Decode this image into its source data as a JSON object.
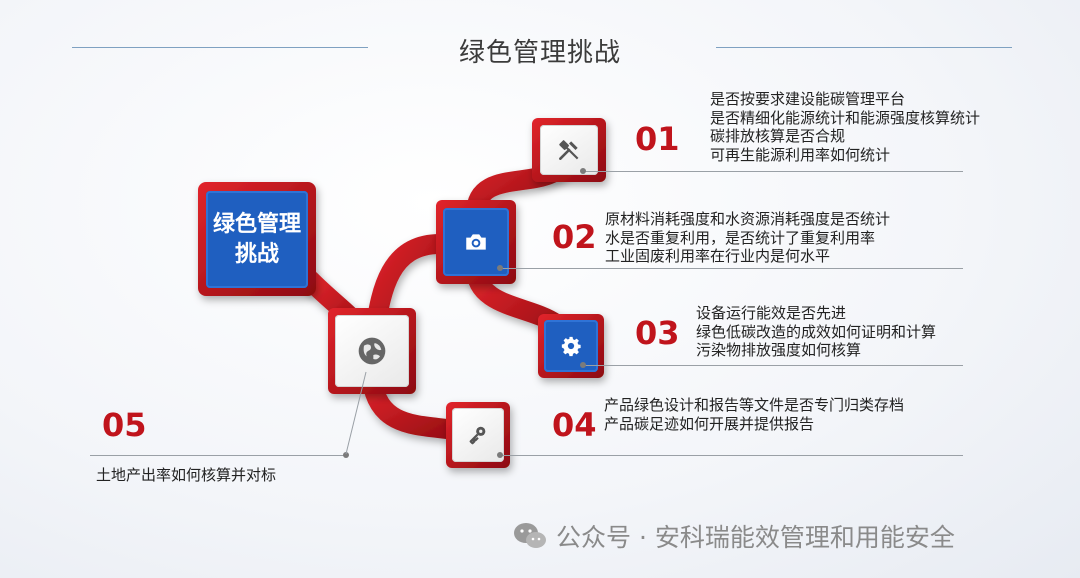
{
  "title": "绿色管理挑战",
  "center_label_line1": "绿色管理",
  "center_label_line2": "挑战",
  "items": [
    {
      "num": "01",
      "icon": "tools-icon",
      "lines": [
        "是否按要求建设能碳管理平台",
        "是否精细化能源统计和能源强度核算统计",
        "碳排放核算是否合规",
        "可再生能源利用率如何统计"
      ]
    },
    {
      "num": "02",
      "icon": "camera-icon",
      "lines": [
        "原材料消耗强度和水资源消耗强度是否统计",
        "水是否重复利用，是否统计了重复利用率",
        "工业固废利用率在行业内是何水平"
      ]
    },
    {
      "num": "03",
      "icon": "gear-icon",
      "lines": [
        "设备运行能效是否先进",
        "绿色低碳改造的成效如何证明和计算",
        "污染物排放强度如何核算"
      ]
    },
    {
      "num": "04",
      "icon": "key-icon",
      "lines": [
        "产品绿色设计和报告等文件是否专门归类存档",
        "产品碳足迹如何开展并提供报告"
      ]
    },
    {
      "num": "05",
      "icon": "globe-icon",
      "lines": [
        "土地产出率如何核算并对标"
      ]
    }
  ],
  "watermark": "公众号 · 安科瑞能效管理和用能安全",
  "colors": {
    "accent_red": "#c0141c",
    "tile_blue": "#1f5fc0",
    "line": "#9aa0a6"
  }
}
